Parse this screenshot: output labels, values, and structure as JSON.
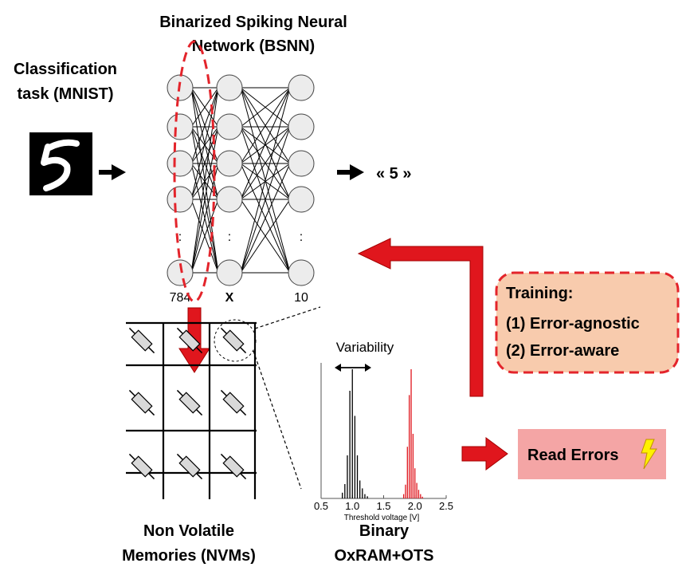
{
  "bsnn": {
    "title_line1": "Binarized Spiking Neural",
    "title_line2": "Network (BSNN)",
    "layer_labels": [
      "784",
      "X",
      "10"
    ],
    "ellipsis": ":"
  },
  "task": {
    "line1": "Classification",
    "line2": "task (MNIST)",
    "digit_glyph": "5"
  },
  "output_label": "« 5 »",
  "training": {
    "title": "Training:",
    "items": [
      "(1)  Error-agnostic",
      "(2)  Error-aware"
    ]
  },
  "variability_label": "Variability",
  "histogram": {
    "xlabel": "Threshold voltage [V]",
    "ticks": [
      "0.5",
      "1.0",
      "1.5",
      "2.0",
      "2.5"
    ]
  },
  "read_errors": {
    "label": "Read Errors",
    "icon": "lightning-icon"
  },
  "nvm": {
    "line1": "Non Volatile",
    "line2": "Memories (NVMs)"
  },
  "binary": {
    "line1": "Binary",
    "line2": "OxRAM+OTS"
  },
  "colors": {
    "accent_red": "#e0161d",
    "dashed_red": "#e3242b",
    "training_fill": "#f8cbad",
    "read_errors_fill": "#f4a5a5",
    "cell_fill": "#d9d9d9",
    "bolt_fill": "#fff200"
  }
}
